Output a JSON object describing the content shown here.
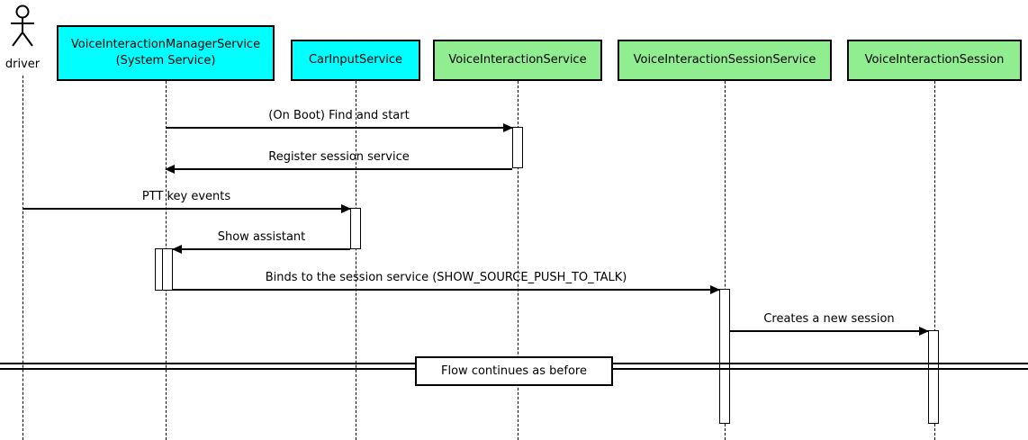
{
  "diagram": {
    "actor": {
      "label": "driver"
    },
    "participants": [
      {
        "label": "VoiceInteractionManagerService\n(System Service)",
        "fill": "#00FFFF"
      },
      {
        "label": "CarInputService",
        "fill": "#00FFFF"
      },
      {
        "label": "VoiceInteractionService",
        "fill": "#90EE90"
      },
      {
        "label": "VoiceInteractionSessionService",
        "fill": "#90EE90"
      },
      {
        "label": "VoiceInteractionSession",
        "fill": "#90EE90"
      }
    ],
    "messages": [
      {
        "label": "(On Boot) Find and start",
        "from": "VoiceInteractionManagerService",
        "to": "VoiceInteractionService",
        "direction": "right"
      },
      {
        "label": "Register session service",
        "from": "VoiceInteractionService",
        "to": "VoiceInteractionManagerService",
        "direction": "left"
      },
      {
        "label": "PTT key events",
        "from": "driver",
        "to": "CarInputService",
        "direction": "right"
      },
      {
        "label": "Show assistant",
        "from": "CarInputService",
        "to": "VoiceInteractionManagerService",
        "direction": "left"
      },
      {
        "label": "Binds to the session service (SHOW_SOURCE_PUSH_TO_TALK)",
        "from": "VoiceInteractionManagerService",
        "to": "VoiceInteractionSessionService",
        "direction": "right"
      },
      {
        "label": "Creates a new session",
        "from": "VoiceInteractionSessionService",
        "to": "VoiceInteractionSession",
        "direction": "right"
      }
    ],
    "divider": {
      "label": "Flow continues as before"
    },
    "colors": {
      "participant_cyan": "#00FFFF",
      "participant_green": "#90EE90",
      "line": "#000000",
      "background": "#FFFFFF"
    }
  }
}
